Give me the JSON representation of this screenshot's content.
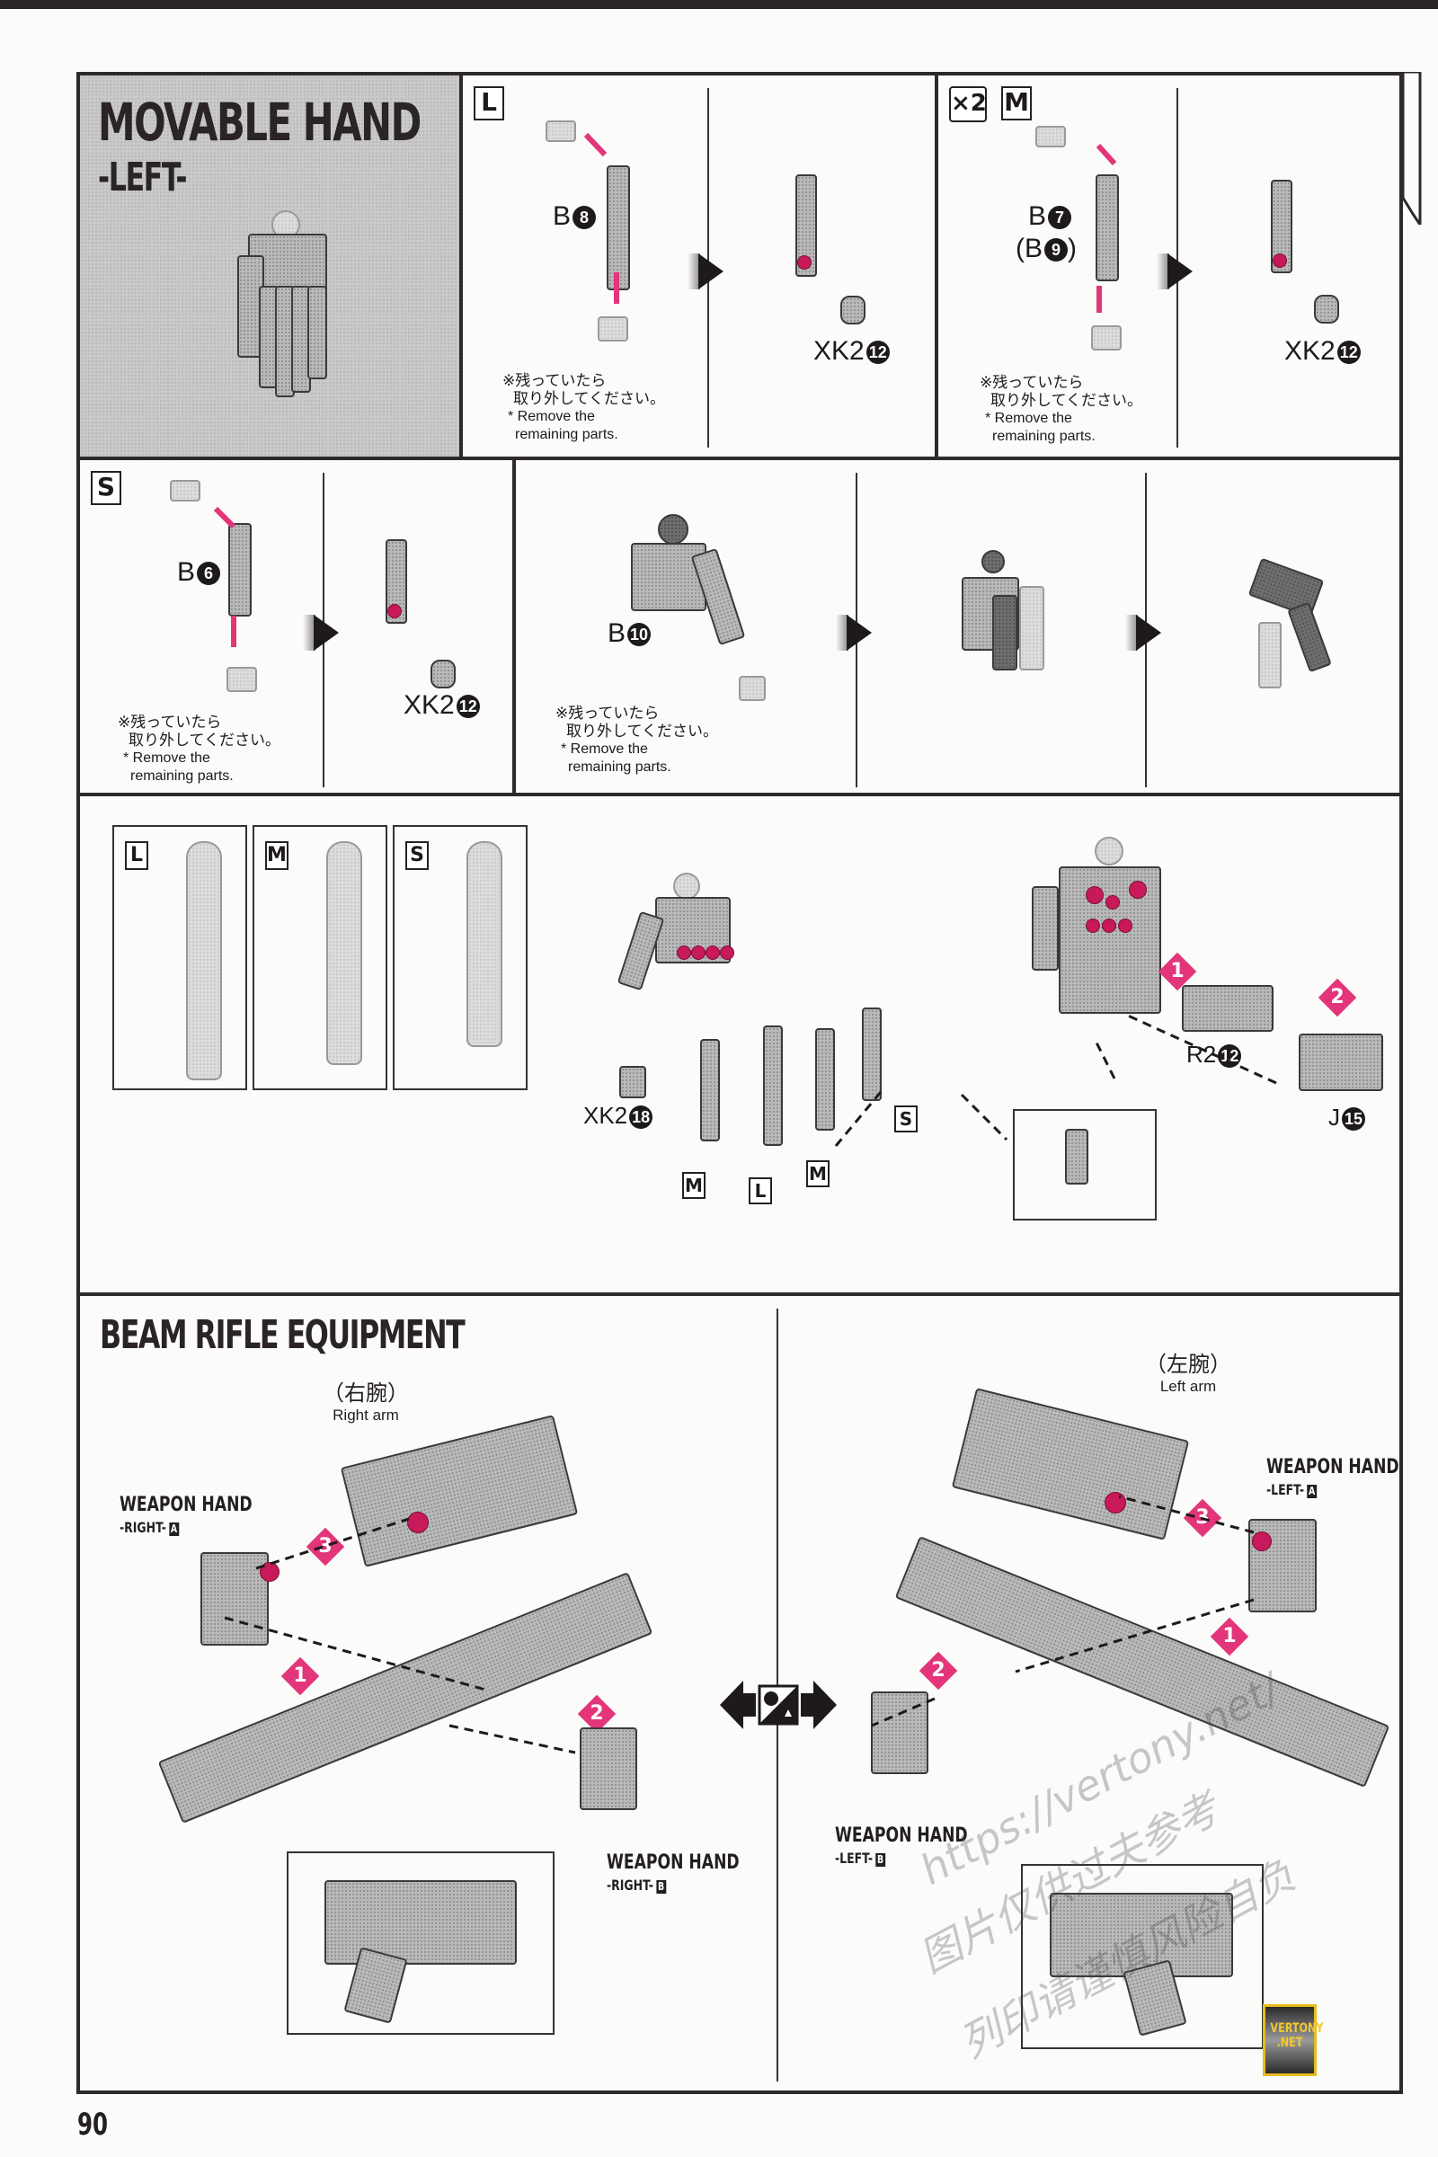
{
  "page": {
    "page_number": "90",
    "accent_color": "#e3357a",
    "pin_color": "#c8195a"
  },
  "movable_hand": {
    "title": "MOVABLE HAND",
    "subtitle": "-LEFT-"
  },
  "steps": {
    "large": {
      "size_tag": "L",
      "part_label": "B",
      "part_number": "8",
      "attach_label": "XK2",
      "attach_number": "12",
      "note_jp_line1": "※残っていたら",
      "note_jp_line2": "取り外してください。",
      "note_en_line1": "* Remove the",
      "note_en_line2": "remaining parts."
    },
    "medium": {
      "quantity_tag": "×2",
      "size_tag": "M",
      "part_label": "B",
      "part_number": "7",
      "alt_part_label": "(B",
      "alt_part_number": "9",
      "alt_close": ")",
      "attach_label": "XK2",
      "attach_number": "12",
      "note_jp_line1": "※残っていたら",
      "note_jp_line2": "取り外してください。",
      "note_en_line1": "* Remove the",
      "note_en_line2": "remaining parts."
    },
    "small": {
      "size_tag": "S",
      "part_label": "B",
      "part_number": "6",
      "attach_label": "XK2",
      "attach_number": "12",
      "note_jp_line1": "※残っていたら",
      "note_jp_line2": "取り外してください。",
      "note_en_line1": "* Remove the",
      "note_en_line2": "remaining parts."
    },
    "palm": {
      "part_label": "B",
      "part_number": "10",
      "note_jp_line1": "※残っていたら",
      "note_jp_line2": "取り外してください。",
      "note_en_line1": "* Remove the",
      "note_en_line2": "remaining parts."
    },
    "finger_reference": {
      "tags": [
        "L",
        "M",
        "S"
      ]
    },
    "assembly": {
      "thumb_label": "XK2",
      "thumb_number": "18",
      "finger_tags": [
        "M",
        "L",
        "M",
        "S"
      ]
    },
    "covers": {
      "step1": "1",
      "step2": "2",
      "part1_label": "R2",
      "part1_number": "12",
      "part2_label": "J",
      "part2_number": "15"
    }
  },
  "beam_rifle": {
    "title": "BEAM RIFLE EQUIPMENT",
    "right": {
      "arm_jp": "（右腕）",
      "arm_en": "Right arm",
      "hand_a_title": "WEAPON HAND",
      "hand_a_sub": "-RIGHT-",
      "hand_a_tag": "A",
      "hand_b_title": "WEAPON HAND",
      "hand_b_sub": "-RIGHT-",
      "hand_b_tag": "B",
      "steps": [
        "1",
        "2",
        "3"
      ]
    },
    "left": {
      "arm_jp": "（左腕）",
      "arm_en": "Left arm",
      "hand_a_title": "WEAPON HAND",
      "hand_a_sub": "-LEFT-",
      "hand_a_tag": "A",
      "hand_b_title": "WEAPON HAND",
      "hand_b_sub": "-LEFT-",
      "hand_b_tag": "B",
      "steps": [
        "1",
        "2",
        "3"
      ]
    },
    "mirror_icon": "mirror-symmetric-icon"
  },
  "watermark": {
    "line1": "https://vertony.net/",
    "line2": "图片仅供过夫参考",
    "line3": "列印请谨慎风险自负"
  },
  "badge": {
    "line1": "VERTONY",
    "line2": ".NET"
  }
}
